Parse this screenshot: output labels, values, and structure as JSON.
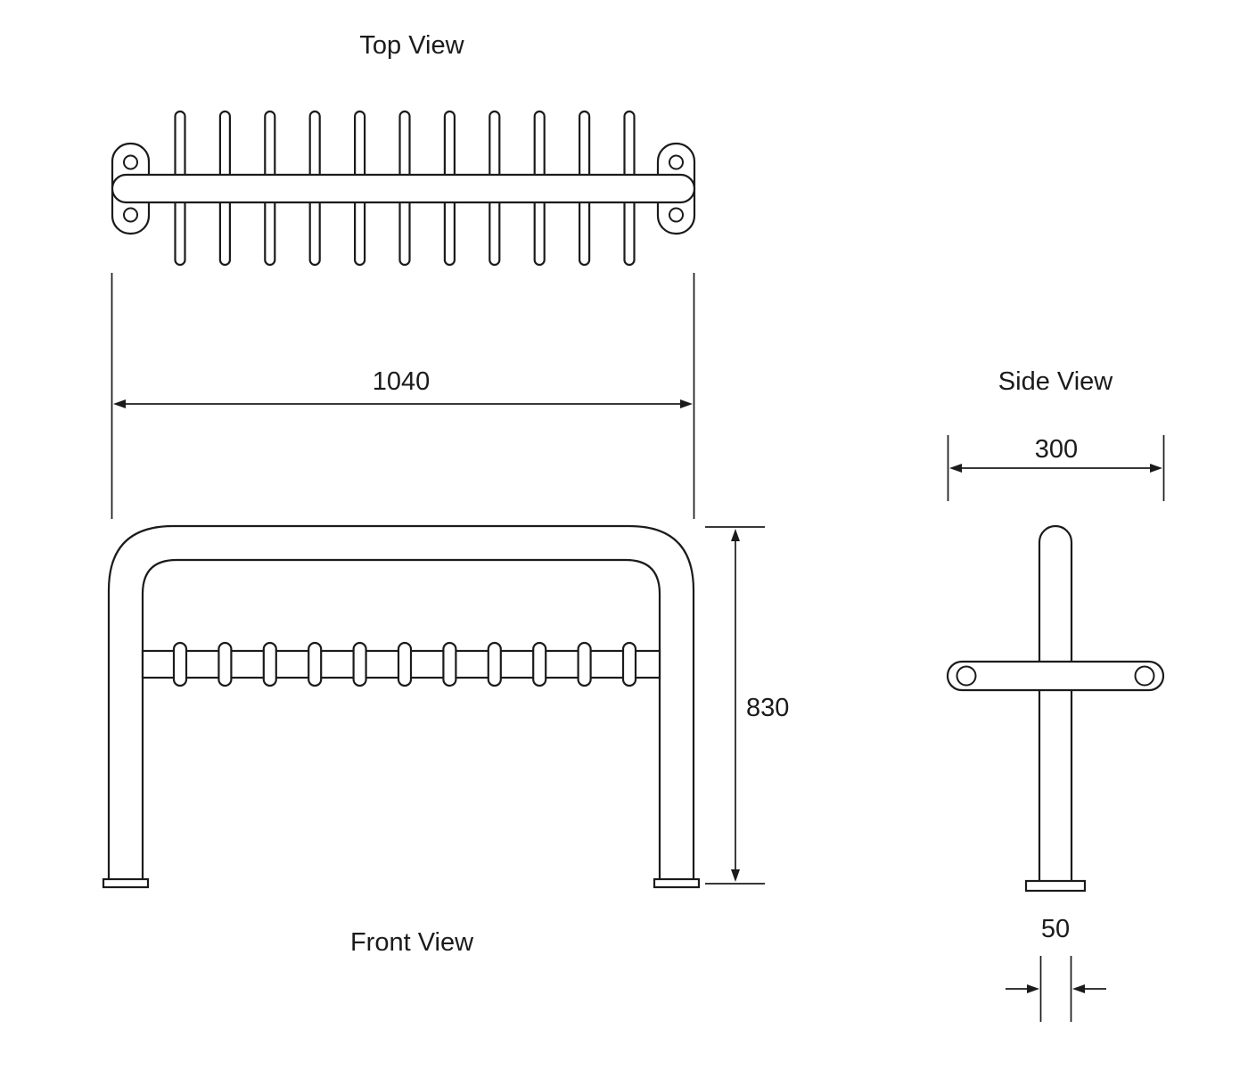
{
  "page": {
    "background": "#ffffff"
  },
  "style": {
    "line_color": "#1b1b1b",
    "text_color": "#1b1b1b",
    "fill_color": "#ffffff"
  },
  "views": {
    "top": {
      "label": "Top View"
    },
    "front": {
      "label": "Front View"
    },
    "side": {
      "label": "Side View"
    }
  },
  "dimensions": {
    "overall_width": "1040",
    "overall_height": "830",
    "side_depth": "300",
    "tube_width": "50"
  },
  "structure": {
    "prong_count": 11,
    "bolt_holes_per_plate": 2
  }
}
